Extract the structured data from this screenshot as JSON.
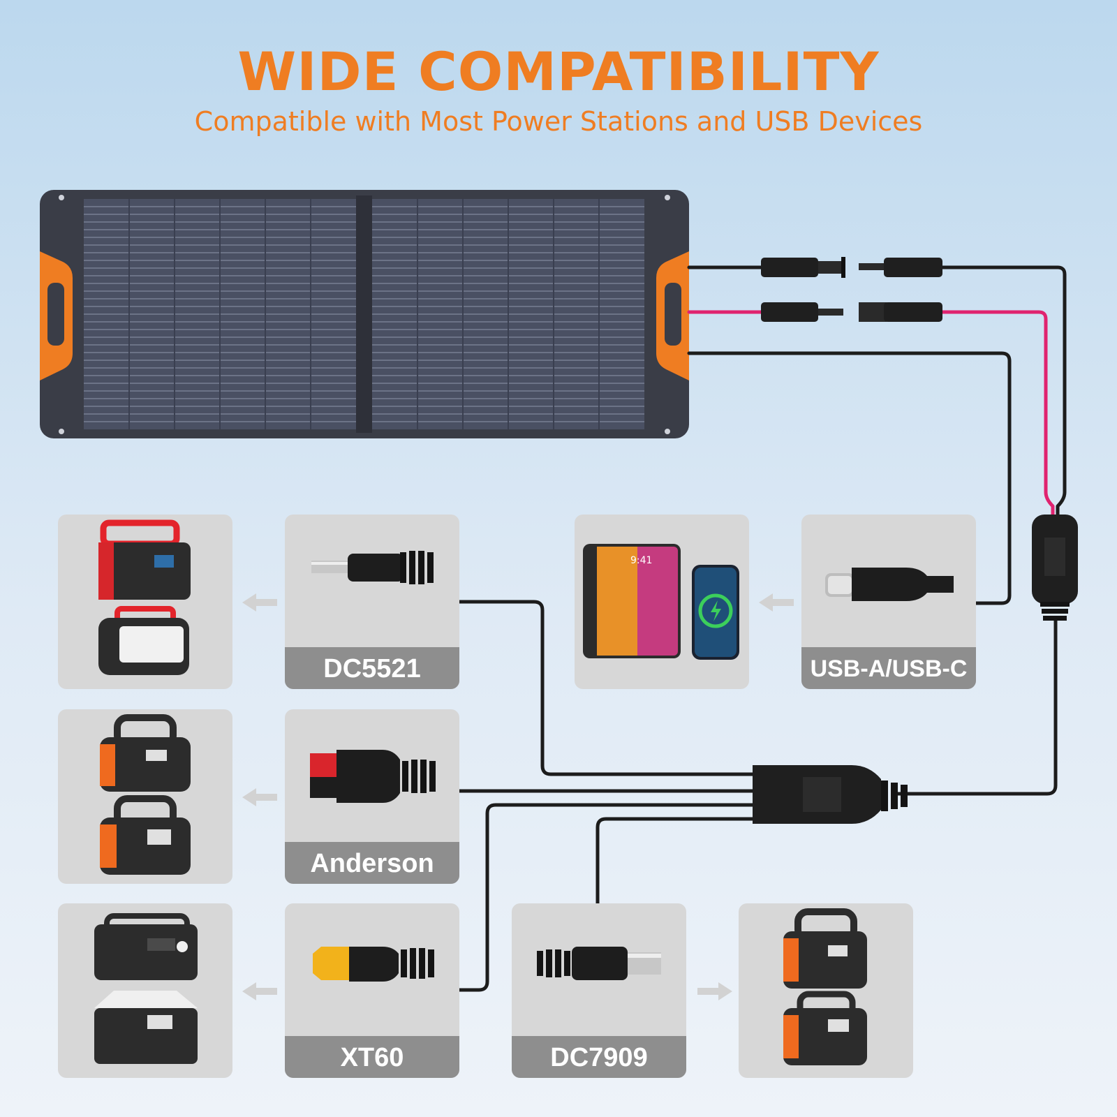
{
  "header": {
    "title": "WIDE COMPATIBILITY",
    "subtitle": "Compatible with Most Power Stations and USB Devices"
  },
  "colors": {
    "accent": "#ef7d22",
    "panel": "#3c3f4a",
    "cable_dark": "#1c1c1c",
    "cable_pink": "#e0236f",
    "card_bg": "#d7d7d7",
    "label_bg": "#8e8e8e"
  },
  "connectors": {
    "dc5521": "DC5521",
    "anderson": "Anderson",
    "xt60": "XT60",
    "dc7909": "DC7909",
    "usb": "USB-A/USB-C"
  },
  "devices": {
    "tablet_time": "9:41"
  }
}
